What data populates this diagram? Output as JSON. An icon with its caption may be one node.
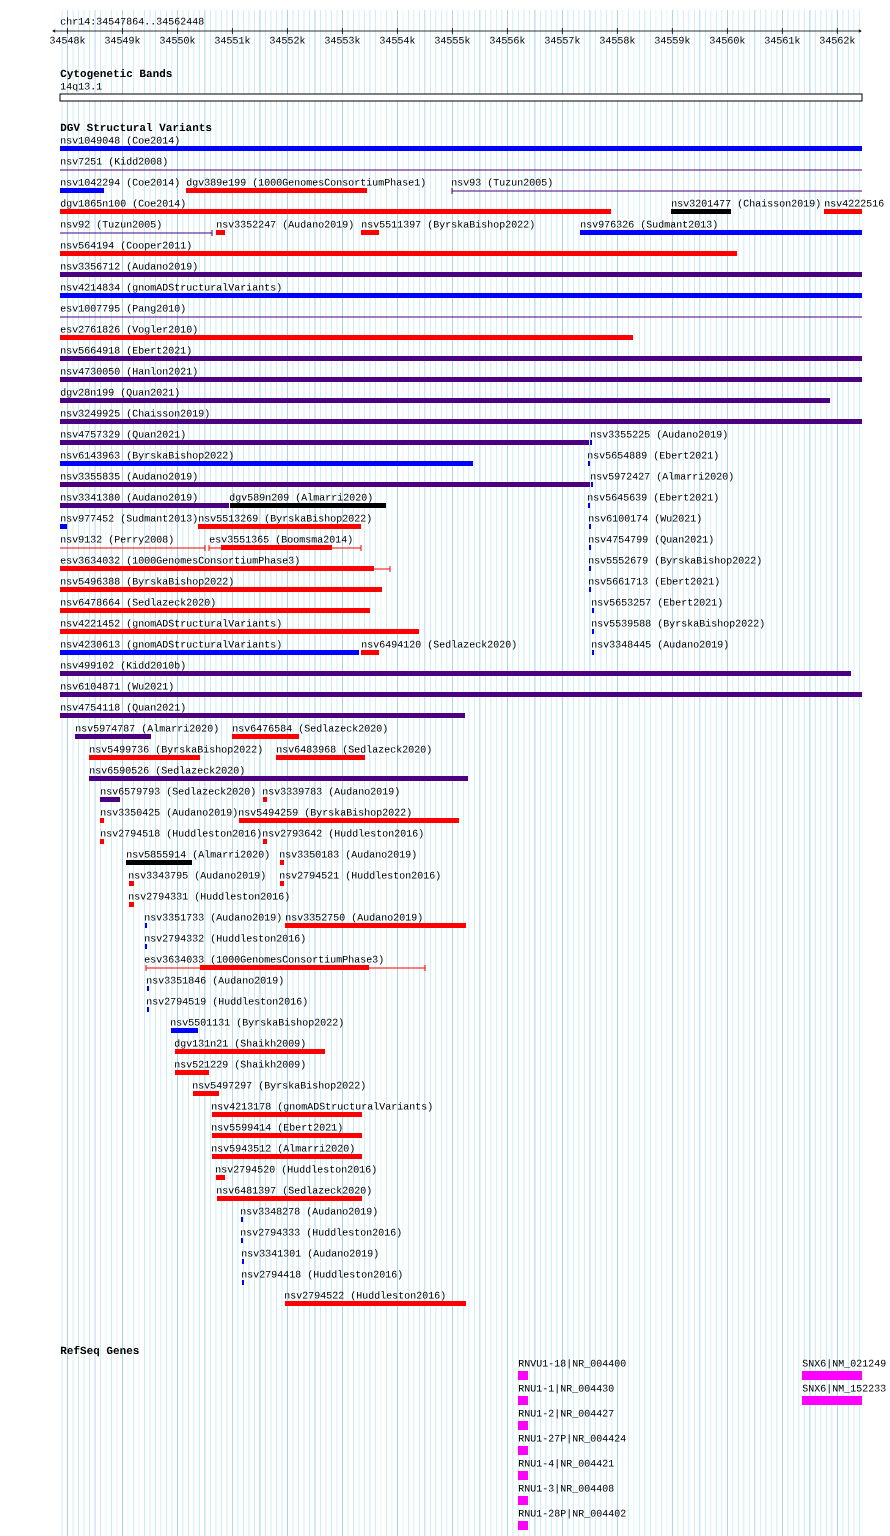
{
  "diagram": {
    "nodes": [
      {
        "text": [
          "14q13.1"
        ]
      },
      {
        "text": [
          "nsv1049048 (Coe2014)"
        ]
      },
      {
        "text": [
          "nsv7251 (Kidd2008)"
        ]
      },
      {
        "text": [
          "nsv1042294 (Coe2014)"
        ]
      },
      {
        "text": [
          "dgv389e199 (1000GenomesConsortiumPhase1)"
        ]
      },
      {
        "text": [
          "nsv93 (Tuzun2005)"
        ]
      },
      {
        "text": [
          "dgv1865n100 (Coe2014)"
        ]
      },
      {
        "text": [
          "nsv3201477 (Chaisson2019)"
        ]
      },
      {
        "text": [
          "nsv4222516"
        ]
      },
      {
        "text": [
          "nsv92 (Tuzun2005)"
        ]
      },
      {
        "text": [
          "nsv3352247 (Audano2019)"
        ]
      },
      {
        "text": [
          "nsv5511397 (ByrskaBishop2022)"
        ]
      },
      {
        "text": [
          "nsv976326 (Sudmant2013)"
        ]
      },
      {
        "text": [
          "nsv564194 (Cooper2011)"
        ]
      },
      {
        "text": [
          "nsv3356712 (Audano2019)"
        ]
      },
      {
        "text": [
          "nsv4214834 (gnomADStructuralVariants)"
        ]
      },
      {
        "text": [
          "esv1007795 (Pang2010)"
        ]
      },
      {
        "text": [
          "esv2761826 (Vogler2010)"
        ]
      },
      {
        "text": [
          "nsv5664918 (Ebert2021)"
        ]
      },
      {
        "text": [
          "nsv4730050 (Hanlon2021)"
        ]
      },
      {
        "text": [
          "dgv28n199 (Quan2021)"
        ]
      },
      {
        "text": [
          "nsv3249925 (Chaisson2019)"
        ]
      },
      {
        "text": [
          "nsv4757329 (Quan2021)"
        ]
      },
      {
        "text": [
          "nsv3355225 (Audano2019)"
        ]
      },
      {
        "text": [
          "nsv6143963 (ByrskaBishop2022)"
        ]
      },
      {
        "text": [
          "nsv5654889 (Ebert2021)"
        ]
      },
      {
        "text": [
          "nsv3355835 (Audano2019)"
        ]
      },
      {
        "text": [
          "nsv5972427 (Almarri2020)"
        ]
      },
      {
        "text": [
          "nsv3341380 (Audano2019)"
        ]
      },
      {
        "text": [
          "dgv589n209 (Almarri2020)"
        ]
      },
      {
        "text": [
          "nsv5645639 (Ebert2021)"
        ]
      },
      {
        "text": [
          "nsv977452 (Sudmant2013)"
        ]
      },
      {
        "text": [
          "nsv5513269 (ByrskaBishop2022)"
        ]
      },
      {
        "text": [
          "nsv6100174 (Wu2021)"
        ]
      },
      {
        "text": [
          "nsv9132 (Perry2008)"
        ]
      },
      {
        "text": [
          "esv3551365 (Boomsma2014)"
        ]
      },
      {
        "text": [
          "nsv4754799 (Quan2021)"
        ]
      },
      {
        "text": [
          "esv3634032 (1000GenomesConsortiumPhase3)"
        ]
      },
      {
        "text": [
          "nsv5552679 (ByrskaBishop2022)"
        ]
      },
      {
        "text": [
          "nsv5496388 (ByrskaBishop2022)"
        ]
      },
      {
        "text": [
          "nsv5661713 (Ebert2021)"
        ]
      },
      {
        "text": [
          "nsv6478664 (Sedlazeck2020)"
        ]
      },
      {
        "text": [
          "nsv5653257 (Ebert2021)"
        ]
      },
      {
        "text": [
          "nsv4221452 (gnomADStructuralVariants)"
        ]
      },
      {
        "text": [
          "nsv5539588 (ByrskaBishop2022)"
        ]
      },
      {
        "text": [
          "nsv4230613 (gnomADStructuralVariants)"
        ]
      },
      {
        "text": [
          "nsv6494120 (Sedlazeck2020)"
        ]
      },
      {
        "text": [
          "nsv3348445 (Audano2019)"
        ]
      },
      {
        "text": [
          "nsv499102 (Kidd2010b)"
        ]
      },
      {
        "text": [
          "nsv6104871 (Wu2021)"
        ]
      },
      {
        "text": [
          "nsv4754118 (Quan2021)"
        ]
      },
      {
        "text": [
          "nsv5974787 (Almarri2020)"
        ]
      },
      {
        "text": [
          "nsv6476584 (Sedlazeck2020)"
        ]
      },
      {
        "text": [
          "nsv5499736 (ByrskaBishop2022)"
        ]
      },
      {
        "text": [
          "nsv6483968 (Sedlazeck2020)"
        ]
      },
      {
        "text": [
          "nsv6590526 (Sedlazeck2020)"
        ]
      },
      {
        "text": [
          "nsv6579793 (Sedlazeck2020)"
        ]
      },
      {
        "text": [
          "nsv3339783 (Audano2019)"
        ]
      },
      {
        "text": [
          "nsv3350425 (Audano2019)"
        ]
      },
      {
        "text": [
          "nsv5494259 (ByrskaBishop2022)"
        ]
      },
      {
        "text": [
          "nsv2794518 (Huddleston2016)"
        ]
      },
      {
        "text": [
          "nsv2793642 (Huddleston2016)"
        ]
      },
      {
        "text": [
          "nsv5855914 (Almarri2020)"
        ]
      },
      {
        "text": [
          "nsv3350183 (Audano2019)"
        ]
      },
      {
        "text": [
          "nsv3343795 (Audano2019)"
        ]
      },
      {
        "text": [
          "nsv2794521 (Huddleston2016)"
        ]
      },
      {
        "text": [
          "nsv2794331 (Huddleston2016)"
        ]
      },
      {
        "text": [
          "nsv3351733 (Audano2019)"
        ]
      },
      {
        "text": [
          "nsv3352750 (Audano2019)"
        ]
      },
      {
        "text": [
          "nsv2794332 (Huddleston2016)"
        ]
      },
      {
        "text": [
          "esv3634033 (1000GenomesConsortiumPhase3)"
        ]
      },
      {
        "text": [
          "nsv3351846 (Audano2019)"
        ]
      },
      {
        "text": [
          "nsv2794519 (Huddleston2016)"
        ]
      },
      {
        "text": [
          "nsv5501131 (ByrskaBishop2022)"
        ]
      },
      {
        "text": [
          "dgv131n21 (Shaikh2009)"
        ]
      },
      {
        "text": [
          "nsv521229 (Shaikh2009)"
        ]
      },
      {
        "text": [
          "nsv5497297 (ByrskaBishop2022)"
        ]
      },
      {
        "text": [
          "nsv4213178 (gnomADStructuralVariants)"
        ]
      },
      {
        "text": [
          "nsv5599414 (Ebert2021)"
        ]
      },
      {
        "text": [
          "nsv5943512 (Almarri2020)"
        ]
      },
      {
        "text": [
          "nsv2794520 (Huddleston2016)"
        ]
      },
      {
        "text": [
          "nsv6481397 (Sedlazeck2020)"
        ]
      },
      {
        "text": [
          "nsv3348278 (Audano2019)"
        ]
      },
      {
        "text": [
          "nsv2794333 (Huddleston2016)"
        ]
      },
      {
        "text": [
          "nsv3341301 (Audano2019)"
        ]
      },
      {
        "text": [
          "nsv2794418 (Huddleston2016)"
        ]
      },
      {
        "text": [
          "nsv2794522 (Huddleston2016)"
        ]
      },
      {
        "text": [
          "RNVU1-18|NR_004400"
        ]
      },
      {
        "text": [
          "SNX6|NM_021249"
        ]
      },
      {
        "text": [
          "RNU1-1|NR_004430"
        ]
      },
      {
        "text": [
          "SNX6|NM_152233"
        ]
      },
      {
        "text": [
          "RNU1-2|NR_004427"
        ]
      },
      {
        "text": [
          "RNU1-27P|NR_004424"
        ]
      },
      {
        "text": [
          "RNU1-4|NR_004421"
        ]
      },
      {
        "text": [
          "RNU1-3|NR_004408"
        ]
      },
      {
        "text": [
          "RNU1-28P|NR_004402"
        ]
      }
    ],
    "labels": [
      "chr14:34547864..34562448",
      "34548k",
      "34549k",
      "34550k",
      "34551k",
      "34552k",
      "34553k",
      "34554k",
      "34555k",
      "34556k",
      "34557k",
      "34558k",
      "34559k",
      "34560k",
      "34561k",
      "34562k",
      "Cytogenetic Bands",
      "DGV Structural Variants",
      "RefSeq Genes"
    ]
  }
}
